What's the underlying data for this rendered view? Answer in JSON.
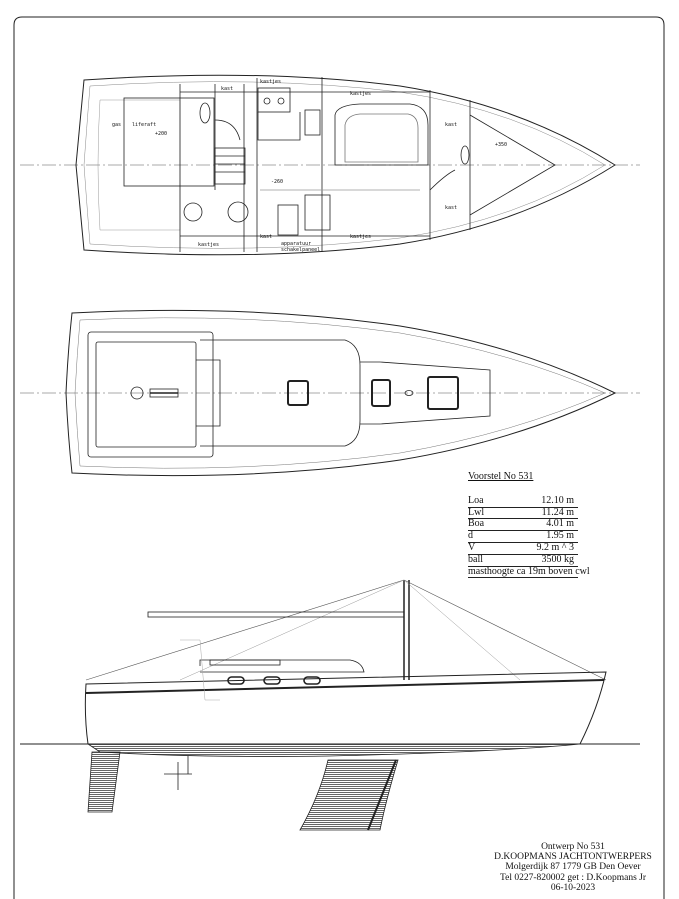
{
  "plan_labels": {
    "kast_top": "kast",
    "kastjes_top_left": "kastjes",
    "kastjes_top_mid": "kastjes",
    "kast_fore_top": "kast",
    "gas": "gas",
    "liferaft": "liferaft",
    "level_aft": "+200",
    "level_mid": "-260",
    "level_fore": "+350",
    "kast_fore_bottom": "kast",
    "kastjes_bottom_left": "kastjes",
    "kast_bottom": "kast",
    "apparatuur": "apparatuur",
    "schakelpaneel": "schakelpaneel",
    "kastjes_bottom_mid": "kastjes"
  },
  "spec": {
    "title": "Voorstel No 531",
    "rows": [
      {
        "key": "Loa",
        "value": "12.10 m"
      },
      {
        "key": "Lwl",
        "value": "11.24 m"
      },
      {
        "key": "Boa",
        "value": "4.01 m"
      },
      {
        "key": "d",
        "value": "1.95 m"
      },
      {
        "key": "V",
        "value": "9.2 m ^ 3"
      },
      {
        "key": "ball",
        "value": "3500 kg"
      }
    ],
    "mast_height": "masthoogte ca 19m boven cwl"
  },
  "credits": {
    "design": "Ontwerp No 531",
    "firm": "D.KOOPMANS  JACHTONTWERPERS",
    "address": "Molgerdijk 87 1779 GB Den Oever",
    "contact": "Tel 0227-820002 get : D.Koopmans Jr",
    "date": "06-10-2023"
  }
}
